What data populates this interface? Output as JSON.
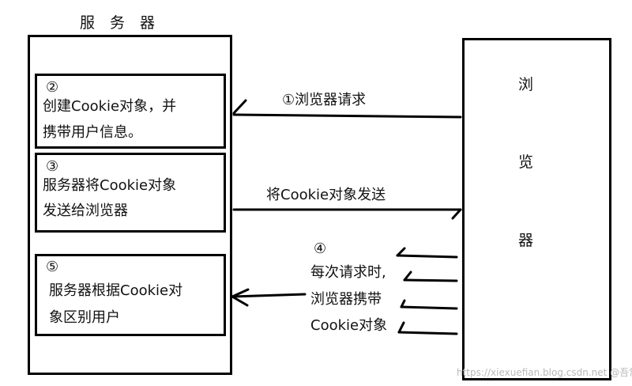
{
  "server": {
    "title": "服　务　器"
  },
  "browser": {
    "chars": [
      "浏",
      "览",
      "器"
    ]
  },
  "steps": {
    "s2": {
      "num": "②",
      "line1": "创建Cookie对象，并",
      "line2": "携带用户信息。"
    },
    "s3": {
      "num": "③",
      "line1": "服务器将Cookie对象",
      "line2": "发送给浏览器"
    },
    "s5": {
      "num": "⑤",
      "line1": "服务器根据Cookie对",
      "line2": "象区别用户"
    }
  },
  "arrows": {
    "request": "①浏览器请求",
    "send_cookie": "将Cookie对象发送",
    "s4_num": "④",
    "s4_line1": "每次请求时,",
    "s4_line2": "浏览器携带",
    "s4_line3": "Cookie对象"
  },
  "watermark": "https://xiexuefian.blog.csdn.net @吾常生果"
}
